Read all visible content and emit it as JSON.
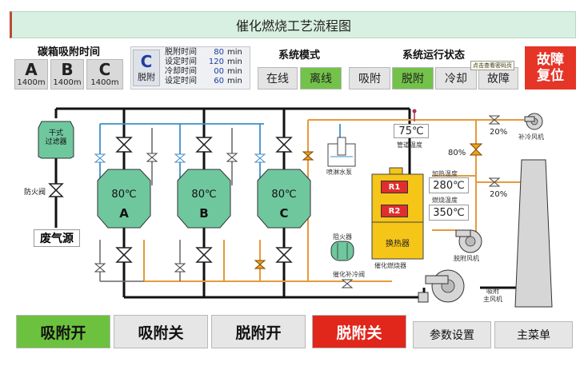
{
  "header": {
    "title": "催化燃烧工艺流程图"
  },
  "carbon_box": {
    "title": "碳箱吸附时间",
    "boxes": [
      {
        "letter": "A",
        "time": "1400m"
      },
      {
        "letter": "B",
        "time": "1400m"
      },
      {
        "letter": "C",
        "time": "1400m"
      }
    ]
  },
  "desorb_panel": {
    "letter": "C",
    "label": "脱附",
    "rows": [
      {
        "name": "脱附时间",
        "value": "80",
        "unit": "min"
      },
      {
        "name": "设定时间",
        "value": "120",
        "unit": "min"
      },
      {
        "name": "冷却时间",
        "value": "00",
        "unit": "min"
      },
      {
        "name": "设定时间",
        "value": "60",
        "unit": "min"
      }
    ]
  },
  "system_mode": {
    "title": "系统模式",
    "online": "在线",
    "offline": "离线"
  },
  "system_status": {
    "title": "系统运行状态",
    "adsorb": "吸附",
    "desorb": "脱附",
    "cool": "冷却",
    "fault": "故障",
    "tooltip": "点击查看密码页"
  },
  "fault_reset": {
    "line1": "故障",
    "line2": "复位"
  },
  "process": {
    "filter": "干式\n过滤器",
    "filter_line1": "干式",
    "filter_line2": "过滤器",
    "fire_valve": "防火阀",
    "waste_gas": "废气源",
    "tanks": [
      {
        "temp": "80℃",
        "letter": "A"
      },
      {
        "temp": "80℃",
        "letter": "B"
      },
      {
        "temp": "80℃",
        "letter": "C"
      }
    ],
    "spray_pump": "喷淋水泵",
    "pipe_temp_value": "75℃",
    "pipe_temp_label": "管道温度",
    "valve_80": "80%",
    "valve_20a": "20%",
    "valve_20b": "20%",
    "supplement_fan": "补冷风机",
    "heating_temp_label": "加热温度",
    "heating_temp_value": "280℃",
    "combustion_temp_label": "燃烧温度",
    "combustion_temp_value": "350℃",
    "r1": "R1",
    "r2": "R2",
    "heat_exchanger": "换热器",
    "catalytic_burner": "催化燃烧器",
    "flame_arrester": "阻火器",
    "catalytic_cold_valve": "催化补冷阀",
    "desorb_fan": "脱附风机",
    "adsorb_main_fan_line1": "吸附",
    "adsorb_main_fan_line2": "主风机"
  },
  "bottom": {
    "adsorb_on": "吸附开",
    "adsorb_off": "吸附关",
    "desorb_on": "脱附开",
    "desorb_off": "脱附关",
    "params": "参数设置",
    "main_menu": "主菜单"
  },
  "colors": {
    "green_btn": "#73c24a",
    "red_btn": "#e53527",
    "tank_green": "#6fc79e",
    "pipe_orange": "#e69a3a",
    "pipe_blue": "#3f8fc8",
    "pipe_black": "#111111"
  }
}
